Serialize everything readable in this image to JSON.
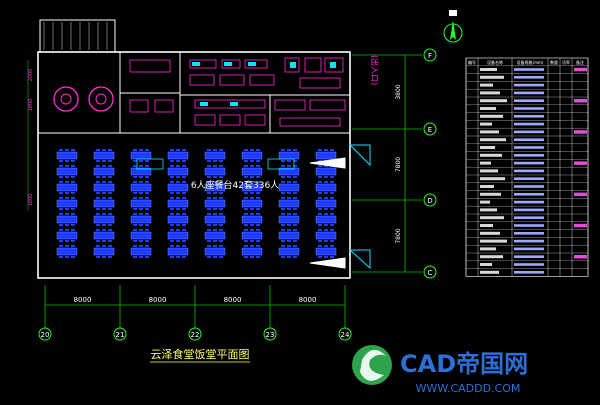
{
  "drawing": {
    "title": "云泽食堂饭堂平面图",
    "center_label": "6人座餐台42套336人",
    "entrance_label": "(出入口)",
    "column_axes": [
      {
        "label": "20"
      },
      {
        "label": "21"
      },
      {
        "label": "22"
      },
      {
        "label": "23"
      },
      {
        "label": "24"
      }
    ],
    "row_axes": [
      {
        "label": "F"
      },
      {
        "label": "E"
      },
      {
        "label": "D"
      },
      {
        "label": "C"
      }
    ],
    "horizontal_dimensions": [
      "8000",
      "8000",
      "8000",
      "8000"
    ],
    "vertical_dimensions": [
      "3800",
      "7800",
      "7800"
    ],
    "left_dimensions": [
      "2000",
      "1800",
      "1800"
    ],
    "tables": {
      "rows": 7,
      "cols": 8,
      "count_label": "42"
    },
    "colors": {
      "background": "#000000",
      "wall": "#ffffff",
      "grid": "#00c000",
      "table": "#1f3cff",
      "equipment": "#ff2bd6",
      "cyan": "#00e5ff",
      "axis_circle": "#22ff22"
    }
  },
  "legend_table": {
    "headers": [
      "编号",
      "设备名称",
      "设备规格(mm)",
      "数量",
      "功率",
      "备注"
    ],
    "row_count": 27
  },
  "north_arrow_icon": "north-arrow-icon",
  "watermark": {
    "brand": "CAD帝国网",
    "url": "WWW.CADDD.COM"
  }
}
